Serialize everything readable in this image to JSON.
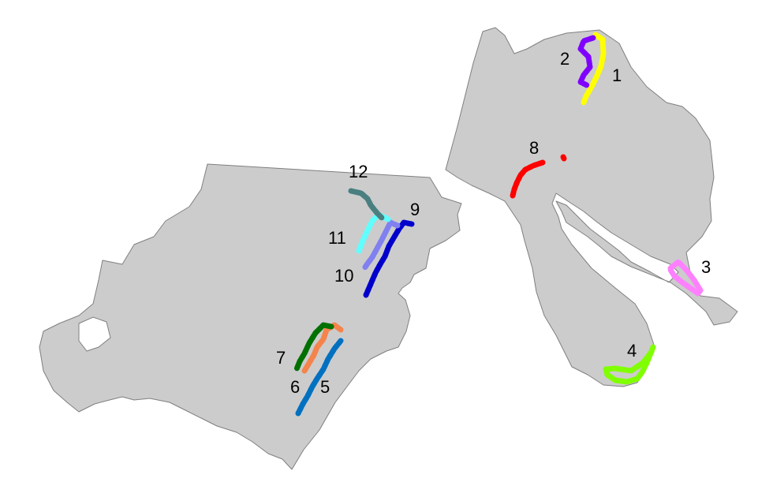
{
  "map": {
    "land_color": "#cccccc",
    "border_color": "#7f7f7f",
    "tracks": [
      {
        "id": "1",
        "label": "1",
        "color": "#ffff00"
      },
      {
        "id": "2",
        "label": "2",
        "color": "#8000ff"
      },
      {
        "id": "3",
        "label": "3",
        "color": "#ff80ff"
      },
      {
        "id": "4",
        "label": "4",
        "color": "#80ff00"
      },
      {
        "id": "5",
        "label": "5",
        "color": "#0070c0"
      },
      {
        "id": "6",
        "label": "6",
        "color": "#f4844c"
      },
      {
        "id": "7",
        "label": "7",
        "color": "#007000"
      },
      {
        "id": "8",
        "label": "8",
        "color": "#ff0000"
      },
      {
        "id": "9",
        "label": "9",
        "color": "#0000cc"
      },
      {
        "id": "10",
        "label": "10",
        "color": "#8080f0"
      },
      {
        "id": "11",
        "label": "11",
        "color": "#60ffff"
      },
      {
        "id": "12",
        "label": "12",
        "color": "#4a7f80"
      }
    ]
  }
}
